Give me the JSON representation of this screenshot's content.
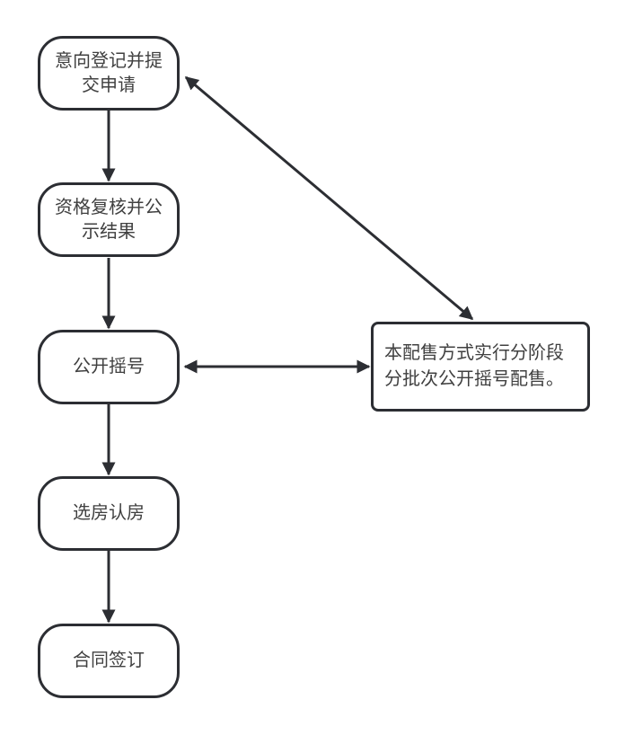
{
  "diagram": {
    "type": "flowchart",
    "colors": {
      "background": "#ffffff",
      "stroke": "#2c2e33",
      "text": "#404040",
      "node_fill": "#ffffff"
    },
    "steps": [
      {
        "id": "step-1",
        "label": "意向登记并提\n交申请"
      },
      {
        "id": "step-2",
        "label": "资格复核并公\n示结果"
      },
      {
        "id": "step-3",
        "label": "公开摇号"
      },
      {
        "id": "step-4",
        "label": "选房认房"
      },
      {
        "id": "step-5",
        "label": "合同签订"
      }
    ],
    "note": {
      "id": "note",
      "label": "本配售方式实行分阶段\n分批次公开摇号配售。"
    },
    "connections": [
      {
        "from": "step-1",
        "to": "step-2",
        "arrow": "one-way"
      },
      {
        "from": "step-2",
        "to": "step-3",
        "arrow": "one-way"
      },
      {
        "from": "step-3",
        "to": "step-4",
        "arrow": "one-way"
      },
      {
        "from": "step-4",
        "to": "step-5",
        "arrow": "one-way"
      },
      {
        "from": "step-3",
        "to": "note",
        "arrow": "two-way"
      },
      {
        "from": "step-1",
        "to": "note",
        "arrow": "two-way"
      }
    ]
  }
}
